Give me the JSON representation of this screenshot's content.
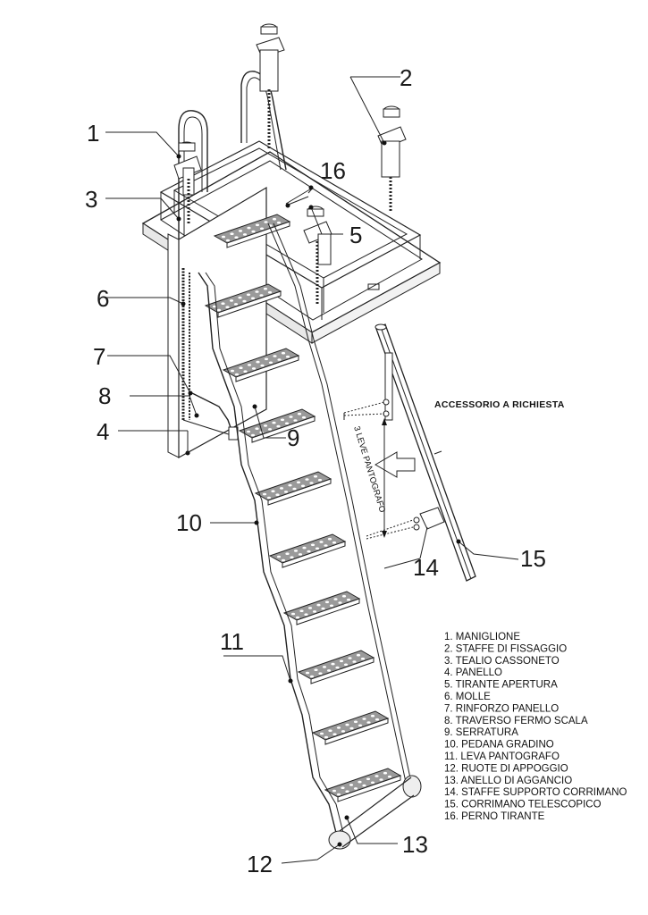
{
  "callouts": {
    "n1": "1",
    "n2": "2",
    "n3": "3",
    "n4": "4",
    "n5": "5",
    "n6": "6",
    "n7": "7",
    "n8": "8",
    "n9": "9",
    "n10": "10",
    "n11": "11",
    "n12": "12",
    "n13": "13",
    "n14": "14",
    "n15": "15",
    "n16": "16"
  },
  "accessory_title": "ACCESSORIO A RICHIESTA",
  "side_label": "3 LEVE PANTOGRAFO",
  "legend": [
    "1. MANIGLIONE",
    "2. STAFFE DI FISSAGGIO",
    "3. TEALIO CASSONETO",
    "4. PANELLO",
    "5. TIRANTE APERTURA",
    "6. MOLLE",
    "7. RINFORZO PANELLO",
    "8. TRAVERSO FERMO SCALA",
    "9. SERRATURA",
    "10. PEDANA GRADINO",
    "11. LEVA PANTOGRAFO",
    "12. RUOTE DI APPOGGIO",
    "13. ANELLO DI AGGANCIO",
    "14. STAFFE SUPPORTO CORRIMANO",
    "15. CORRIMANO TELESCOPICO",
    "16. PERNO TIRANTE"
  ],
  "colors": {
    "ink": "#222222",
    "tread": "#9a9a9a",
    "paper": "#ffffff"
  }
}
